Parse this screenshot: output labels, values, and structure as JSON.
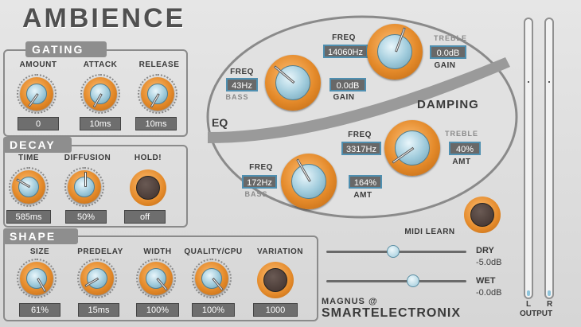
{
  "app": {
    "title": "AMBIENCE"
  },
  "gating": {
    "header": "GATING",
    "amount": {
      "label": "AMOUNT",
      "value": "0"
    },
    "attack": {
      "label": "ATTACK",
      "value": "10ms"
    },
    "release": {
      "label": "RELEASE",
      "value": "10ms"
    }
  },
  "decay": {
    "header": "DECAY",
    "time": {
      "label": "TIME",
      "value": "585ms"
    },
    "diffusion": {
      "label": "DIFFUSION",
      "value": "50%"
    },
    "hold": {
      "label": "HOLD!",
      "value": "off"
    }
  },
  "shape": {
    "header": "SHAPE",
    "size": {
      "label": "SIZE",
      "value": "61%"
    },
    "predelay": {
      "label": "PREDELAY",
      "value": "15ms"
    },
    "width": {
      "label": "WIDTH",
      "value": "100%"
    },
    "quality": {
      "label": "QUALITY/CPU",
      "value": "100%"
    },
    "variation": {
      "label": "VARIATION",
      "value": "1000"
    }
  },
  "eq": {
    "section_label": "EQ",
    "treble": {
      "freq_label": "FREQ",
      "freq": "14060Hz",
      "band": "TREBLE",
      "gain_value": "0.0dB",
      "gain_label": "GAIN"
    },
    "bass": {
      "freq_label": "FREQ",
      "freq": "43Hz",
      "band": "BASS",
      "gain_value": "0.0dB",
      "gain_label": "GAIN"
    }
  },
  "damping": {
    "section_label": "DAMPING",
    "treble": {
      "freq_label": "FREQ",
      "freq": "3317Hz",
      "band": "TREBLE",
      "amt_value": "40%",
      "amt_label": "AMT"
    },
    "bass": {
      "freq_label": "FREQ",
      "freq": "172Hz",
      "band": "BASS",
      "amt_value": "164%",
      "amt_label": "AMT"
    }
  },
  "midi": {
    "label": "MIDI LEARN"
  },
  "mix": {
    "dry": {
      "label": "DRY",
      "value": "-5.0dB",
      "level": 0.48
    },
    "wet": {
      "label": "WET",
      "value": "-0.0dB",
      "level": 0.62
    }
  },
  "output": {
    "label": "OUTPUT",
    "left": "L",
    "right": "R",
    "left_level": 0.02,
    "right_level": 0.02
  },
  "brand": {
    "line1": "MAGNUS @",
    "line2": "SMARTELECTRONIX"
  },
  "colors": {
    "accent": "#e48a2a",
    "knob_face": "#9ecadb",
    "panel": "#d6d6d6"
  }
}
